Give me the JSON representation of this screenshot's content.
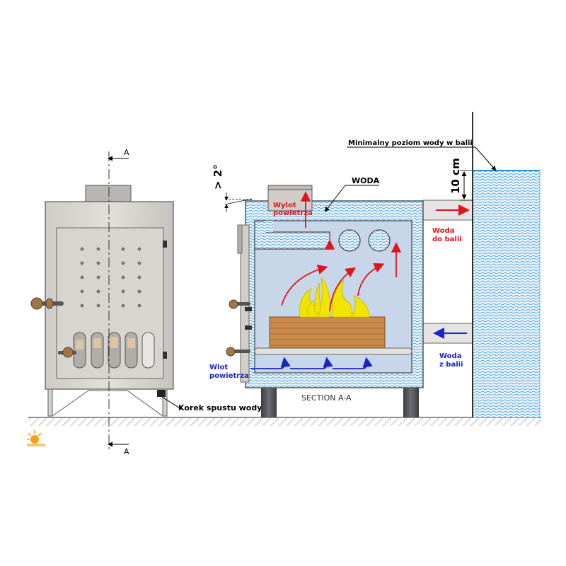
{
  "section_label": "A",
  "labels": {
    "min_water_level": "Minimalny poziom wody w balii",
    "level_offset": "10 cm",
    "slope": "> 2°",
    "water": "WODA",
    "air_outlet_1": "Wylot",
    "air_outlet_2": "powietrza",
    "water_to_tub_1": "Woda",
    "water_to_tub_2": "do balii",
    "water_from_tub_1": "Woda",
    "water_from_tub_2": "z balii",
    "air_inlet_1": "Wlot",
    "air_inlet_2": "powietrza",
    "section_title": "SECTION A-A",
    "drain_plug": "Korek spustu wody"
  },
  "colors": {
    "water": "#2b8fd6",
    "hot_arrow": "#e0141e",
    "cold_arrow": "#1a24c8",
    "flame": "#f1e400",
    "wood": "#c98a4a",
    "steel": "#d9d6d2",
    "chamber": "#c8d6ea"
  }
}
